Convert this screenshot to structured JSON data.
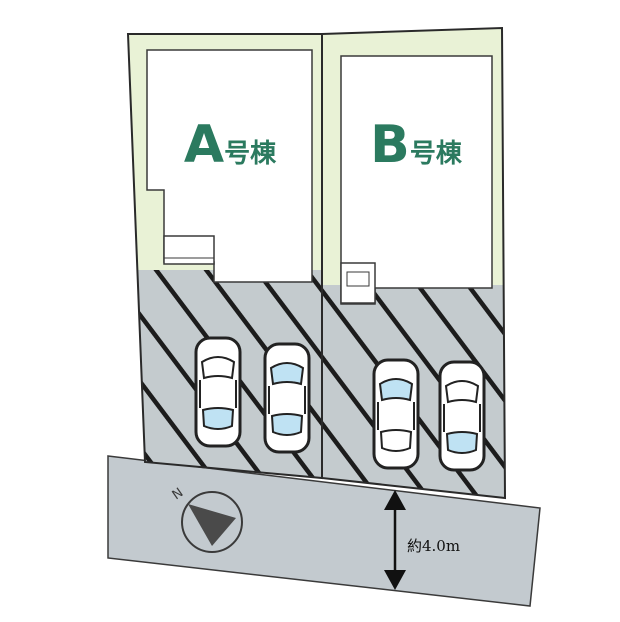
{
  "lots": [
    {
      "id": "A",
      "letter": "A",
      "suffix": "号棟"
    },
    {
      "id": "B",
      "letter": "B",
      "suffix": "号棟"
    }
  ],
  "road": {
    "width_label": "約4.0m"
  },
  "compass": {
    "north_label": "N"
  },
  "colors": {
    "lot_fill": "#e9f2d6",
    "house_fill": "#ffffff",
    "parking_fill": "#c4cbce",
    "hatch": "#1c1c1c",
    "road_fill": "#c3cacf",
    "label_green": "#2b7a5f",
    "outline": "#2a2a2a"
  }
}
